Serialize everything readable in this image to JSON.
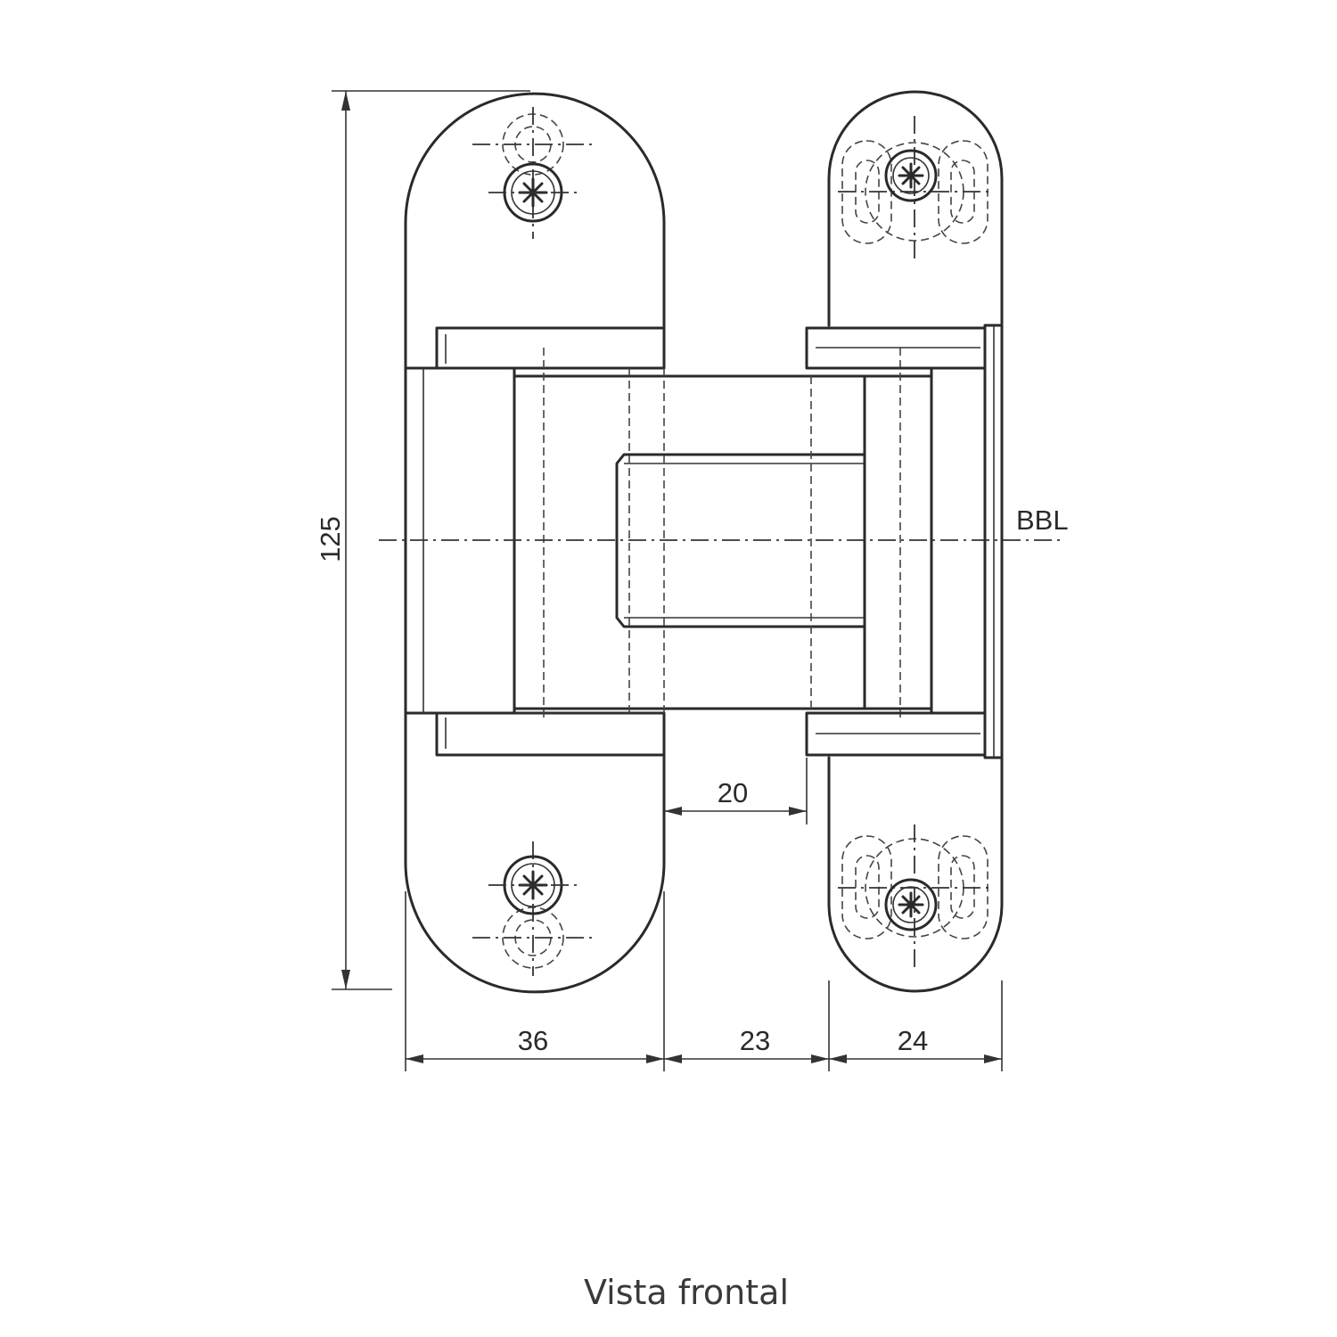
{
  "drawing": {
    "caption": "Vista frontal",
    "reference_line_label": "BBL",
    "dimensions": {
      "height": "125",
      "left_leaf_width": "36",
      "middle_width": "23",
      "right_leaf_width": "24",
      "offset": "20"
    }
  }
}
